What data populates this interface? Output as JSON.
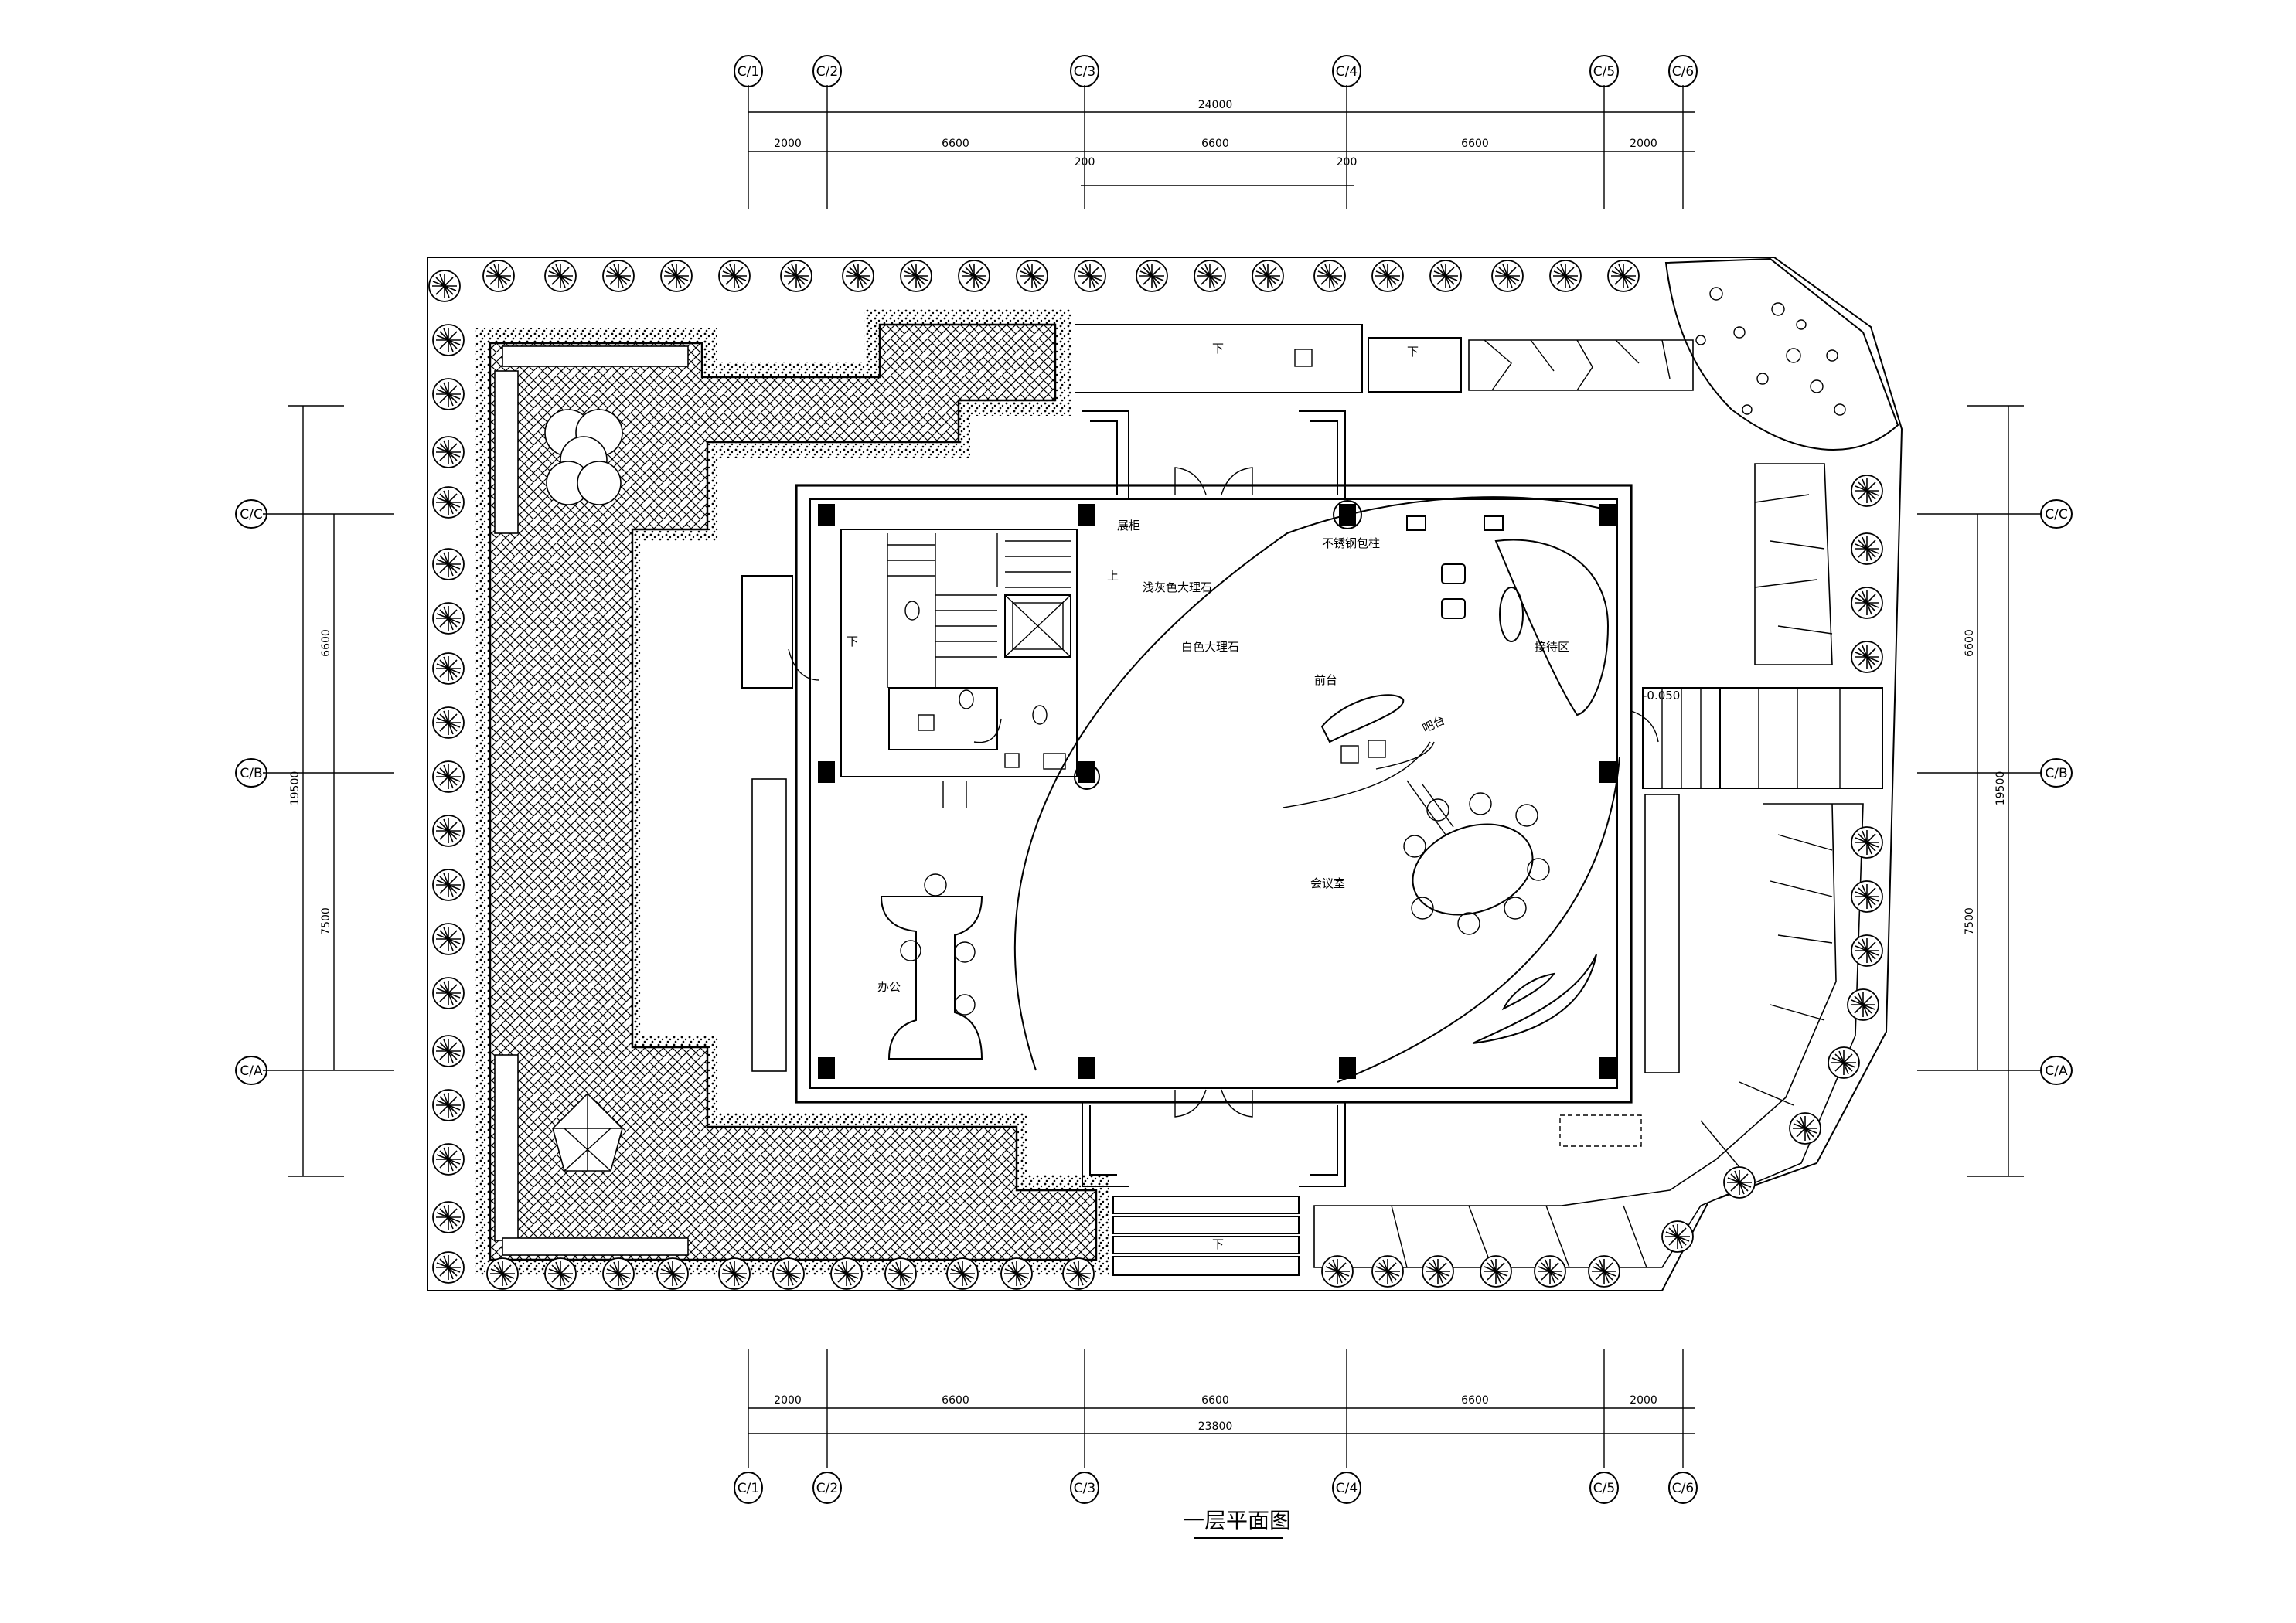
{
  "title": "一层平面图",
  "axes_top": [
    "C/1",
    "C/2",
    "C/3",
    "C/4",
    "C/5",
    "C/6"
  ],
  "axes_bottom": [
    "C/1",
    "C/2",
    "C/3",
    "C/4",
    "C/5",
    "C/6"
  ],
  "axes_left": [
    "C/C",
    "C/B",
    "C/A"
  ],
  "axes_right": [
    "C/C",
    "C/B",
    "C/A"
  ],
  "dims_top": {
    "total": "24000",
    "segments": [
      "2000",
      "6600",
      "6600",
      "6600",
      "2000"
    ],
    "small": [
      "200",
      "200"
    ]
  },
  "dims_bottom": {
    "total": "23800",
    "segments": [
      "2000",
      "6600",
      "6600",
      "6600",
      "2000"
    ]
  },
  "dims_left": {
    "total": "19500",
    "segments": [
      "6600",
      "7500"
    ]
  },
  "dims_right": {
    "total": "19500",
    "segments": [
      "6600",
      "7500"
    ]
  },
  "rooms": {
    "display_cabinet": "展柜",
    "gray_marble": "浅灰色大理石",
    "white_marble": "白色大理石",
    "steel_column": "不锈钢包柱",
    "reception": "接待区",
    "front_desk": "前台",
    "sales_counter": "吧台",
    "meeting": "会议室",
    "office": "办公",
    "level": "-0.050",
    "up": "上",
    "down": "下"
  }
}
